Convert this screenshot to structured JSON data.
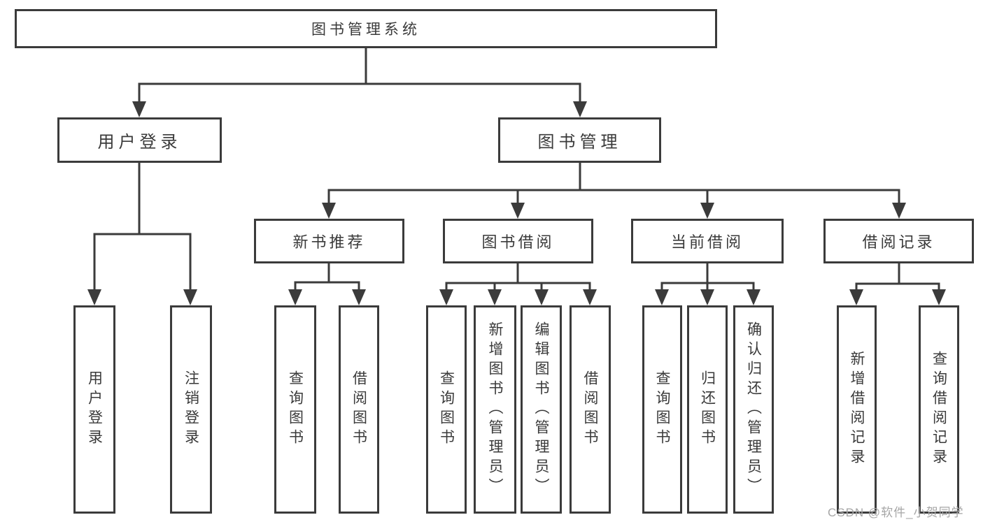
{
  "diagram": {
    "root": {
      "label": "图书管理系统"
    },
    "level2": [
      {
        "label": "用户登录"
      },
      {
        "label": "图书管理"
      }
    ],
    "level3": [
      {
        "label": "新书推荐"
      },
      {
        "label": "图书借阅"
      },
      {
        "label": "当前借阅"
      },
      {
        "label": "借阅记录"
      }
    ],
    "leaves": [
      {
        "label": "用户登录"
      },
      {
        "label": "注销登录"
      },
      {
        "label": "查询图书"
      },
      {
        "label": "借阅图书"
      },
      {
        "label": "查询图书"
      },
      {
        "label": "新增图书（管理员）"
      },
      {
        "label": "编辑图书（管理员）"
      },
      {
        "label": "借阅图书"
      },
      {
        "label": "查询图书"
      },
      {
        "label": "归还图书"
      },
      {
        "label": "确认归还（管理员）"
      },
      {
        "label": "新增借阅记录"
      },
      {
        "label": "查询借阅记录"
      }
    ],
    "colors": {
      "line": "#3b3b3b",
      "text": "#3a3a3a",
      "background": "#ffffff",
      "watermark": "#a6a6a6"
    }
  },
  "watermark": {
    "text": "CSDN @软件_小贺同学"
  }
}
